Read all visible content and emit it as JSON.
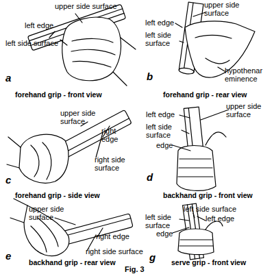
{
  "diagram": {
    "caption": "Fig. 3",
    "labels": [
      "upper side surface",
      "left edge",
      "left side surface",
      "a",
      "forehand grip - front view",
      "upper side surface",
      "left edge",
      "left side surface",
      "hypothenar eminence",
      "b",
      "forehand grip - rear view",
      "upper side surface",
      "right edge",
      "right side surface",
      "c",
      "forehand grip - side view",
      "left edge",
      "upper side surface",
      "left side surface",
      "edge",
      "d",
      "backhand grip - front view",
      "upper side surface",
      "right edge",
      "right side surface",
      "e",
      "backhand grip - rear view",
      "left side surface",
      "left side surface",
      "left edge",
      "edge",
      "g",
      "serve grip - front view"
    ]
  }
}
